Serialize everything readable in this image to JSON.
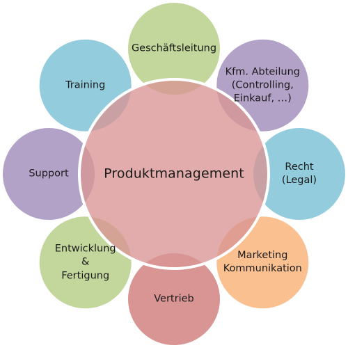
{
  "center": {
    "label": "Produktmanagement",
    "fill": "#d99594",
    "stroke": "#ffffff"
  },
  "petals": [
    {
      "id": "geschaeftsleitung",
      "lines": [
        "Geschäftsleitung"
      ],
      "fill": "#c3d69b"
    },
    {
      "id": "kfm-abteilung",
      "lines": [
        "Kfm. Abteilung",
        "(Controlling,",
        "Einkauf, …)"
      ],
      "fill": "#b3a2c7"
    },
    {
      "id": "recht",
      "lines": [
        "Recht",
        "(Legal)"
      ],
      "fill": "#93cddd"
    },
    {
      "id": "marketing",
      "lines": [
        "Marketing",
        "Kommunikation"
      ],
      "fill": "#fac090"
    },
    {
      "id": "vertrieb",
      "lines": [
        "Vertrieb"
      ],
      "fill": "#d99594"
    },
    {
      "id": "entwicklung",
      "lines": [
        "Entwicklung",
        "&",
        "Fertigung"
      ],
      "fill": "#c3d69b"
    },
    {
      "id": "support",
      "lines": [
        "Support"
      ],
      "fill": "#b3a2c7"
    },
    {
      "id": "training",
      "lines": [
        "Training"
      ],
      "fill": "#93cddd"
    }
  ]
}
